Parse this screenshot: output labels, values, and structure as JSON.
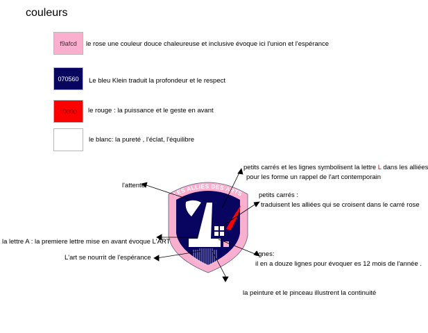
{
  "title": "couleurs",
  "colors": [
    {
      "code": "f9afcd",
      "hex": "#f9afcd",
      "text_color": "#333333",
      "desc": "le rose une couleur douce chaleureuse et inclusive évoque ici l'union et l'espérance"
    },
    {
      "code": "070560",
      "hex": "#070560",
      "text_color": "#ffffff",
      "desc": "Le bleu Klein traduit la profondeur et le respect"
    },
    {
      "code": "ff0000",
      "hex": "#ff0000",
      "text_color": "#8a0000",
      "desc": "le rouge : la puissance et le geste en avant"
    },
    {
      "code": "",
      "hex": "#ffffff",
      "text_color": "#000000",
      "desc": "le blanc:  la pureté , l'éclat, l'équilibre"
    }
  ],
  "logo": {
    "text": "LES ALLIÉS DES ARTS"
  },
  "annotations": {
    "attente": "l'attente",
    "petits_carres_l1_pre": "petits carrés et les lignes symbolisent la lettre ",
    "petits_carres_l1_letter": "L",
    "petits_carres_l1_post": " dans les alliées",
    "petits_carres_l2": "pour les forme un rappel de l'art contemporain",
    "carres_l1": "petits carrés :",
    "carres_l2": "traduisent les alliées qui se croisent dans le carré rose",
    "lettre_a": "la lettre A : la premiere lettre mise en avant évoque L'ART",
    "esperance": "L'art se nourrit  de l'espérance",
    "lignes_l1": "lignes:",
    "lignes_l2": "il en a douze lignes pour évoquer es 12 mois de l'année .",
    "peinture": "la peinture et le pinceau illustrent la continuité"
  }
}
